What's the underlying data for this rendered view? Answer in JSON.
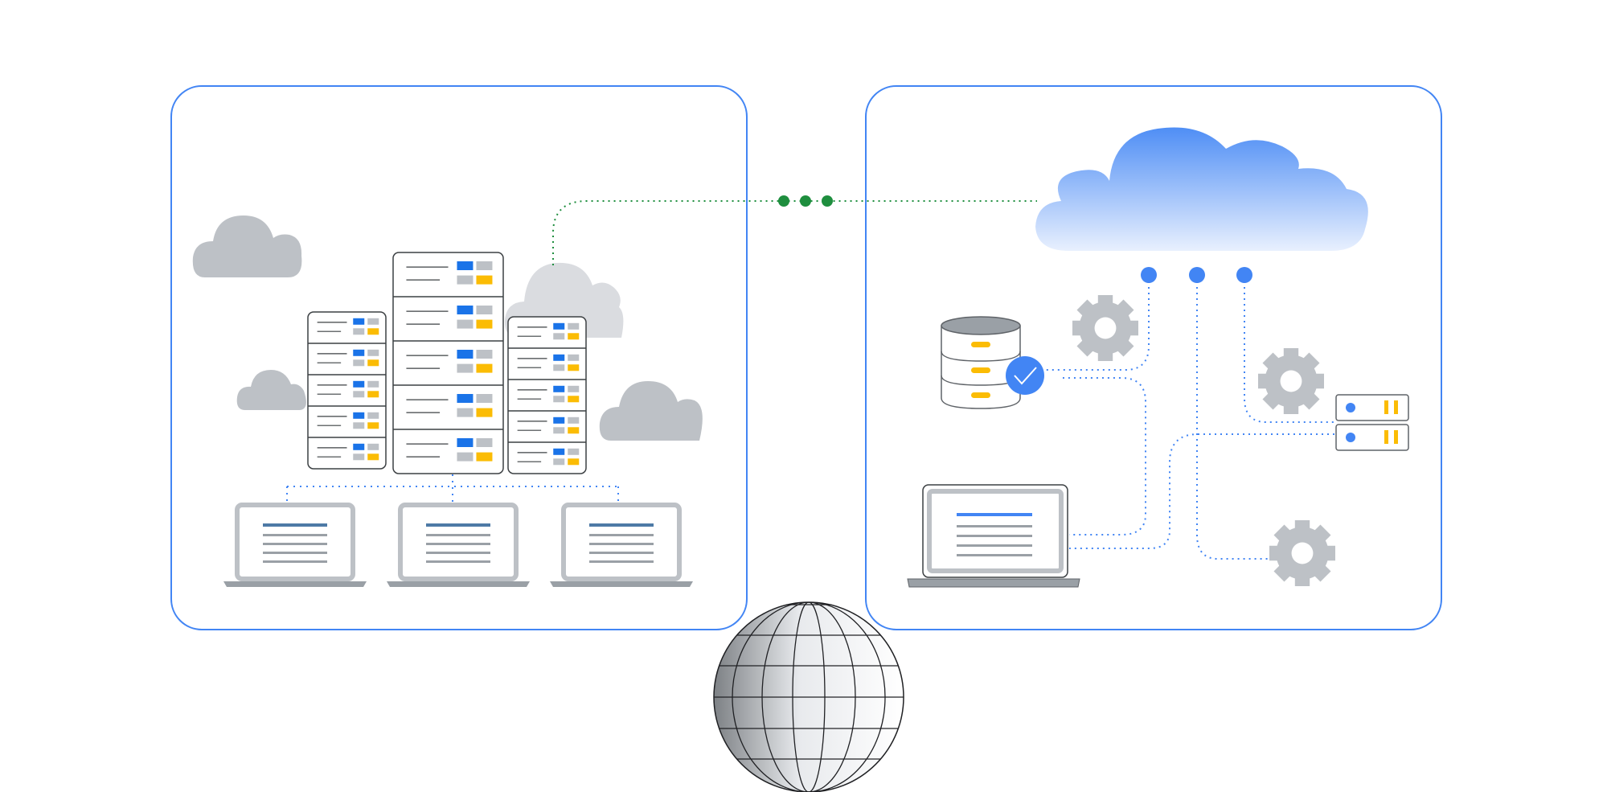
{
  "colors": {
    "background": "#ffffff",
    "panel_border": "#4285f4",
    "accent_blue": "#1a73e8",
    "link_green": "#1e8e3e",
    "dot_blue": "#4285f4",
    "cloud_grey": "#bdc1c6",
    "cloud_grey_light": "#dadce0",
    "gear_grey": "#bdc1c6",
    "slot_grey": "#bdc1c6",
    "slot_yellow": "#fbbc04",
    "line_dark": "#3c4043",
    "screen_line": "#9aa0a6",
    "screen_title_blue": "#4285f4",
    "laptop_frame": "#bdc1c6",
    "laptop_base": "#9aa0a6",
    "connector_blue": "#4285f4",
    "globe_dark": "#5f6368"
  },
  "diagram": {
    "left_panel": {
      "icon": "on-premises-data-center",
      "server_racks": [
        {
          "name": "rack-left",
          "units": 5
        },
        {
          "name": "rack-center",
          "units": 5
        },
        {
          "name": "rack-right",
          "units": 5
        }
      ],
      "clouds": [
        "cloud-icon",
        "cloud-icon",
        "cloud-icon",
        "cloud-icon"
      ],
      "laptops": 3
    },
    "right_panel": {
      "icon": "public-cloud",
      "cloud_connection_points": 3,
      "gears": 3,
      "database_verified": true,
      "storage_units": 2,
      "laptops": 1
    },
    "interconnect": {
      "dots": 3,
      "style": "dotted"
    },
    "globe": {
      "icon": "globe-icon"
    }
  }
}
